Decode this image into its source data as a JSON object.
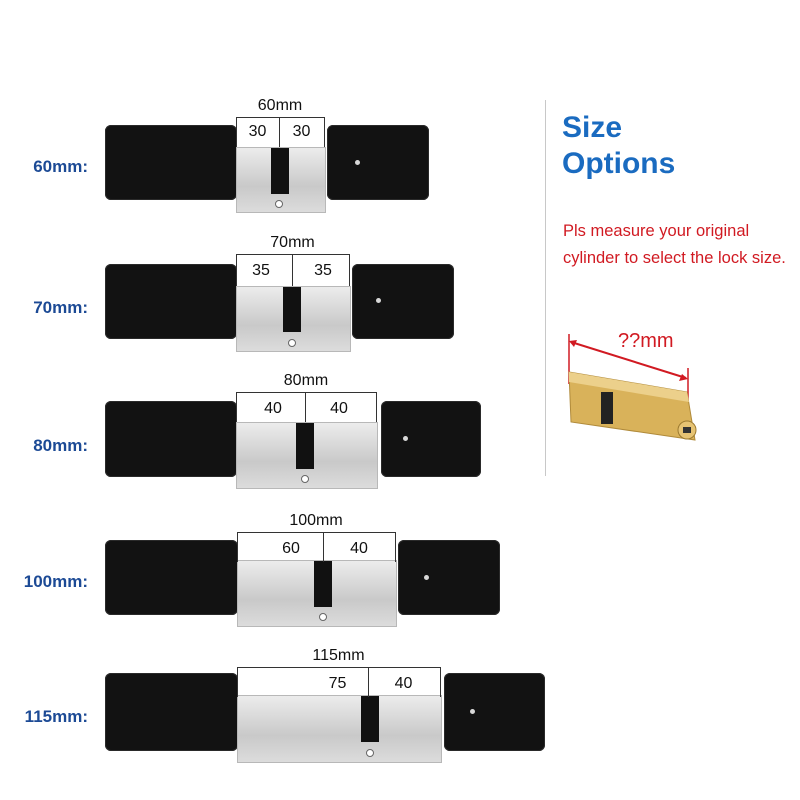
{
  "options": [
    {
      "label": "60mm:",
      "total": "60mm",
      "left": "30",
      "right": "30"
    },
    {
      "label": "70mm:",
      "total": "70mm",
      "left": "35",
      "right": "35"
    },
    {
      "label": "80mm:",
      "total": "80mm",
      "left": "40",
      "right": "40"
    },
    {
      "label": "100mm:",
      "total": "100mm",
      "left": "60",
      "right": "40"
    },
    {
      "label": "115mm:",
      "total": "115mm",
      "left": "75",
      "right": "40"
    }
  ],
  "panel": {
    "title_line1": "Size",
    "title_line2": "Options",
    "note": "Pls measure your original cylinder to select the lock size.",
    "measure_label": "??mm"
  },
  "colors": {
    "label": "#1c4a95",
    "title": "#1a6bc0",
    "note": "#d11a22",
    "handle": "#121212",
    "brass": "#d9b25a"
  }
}
